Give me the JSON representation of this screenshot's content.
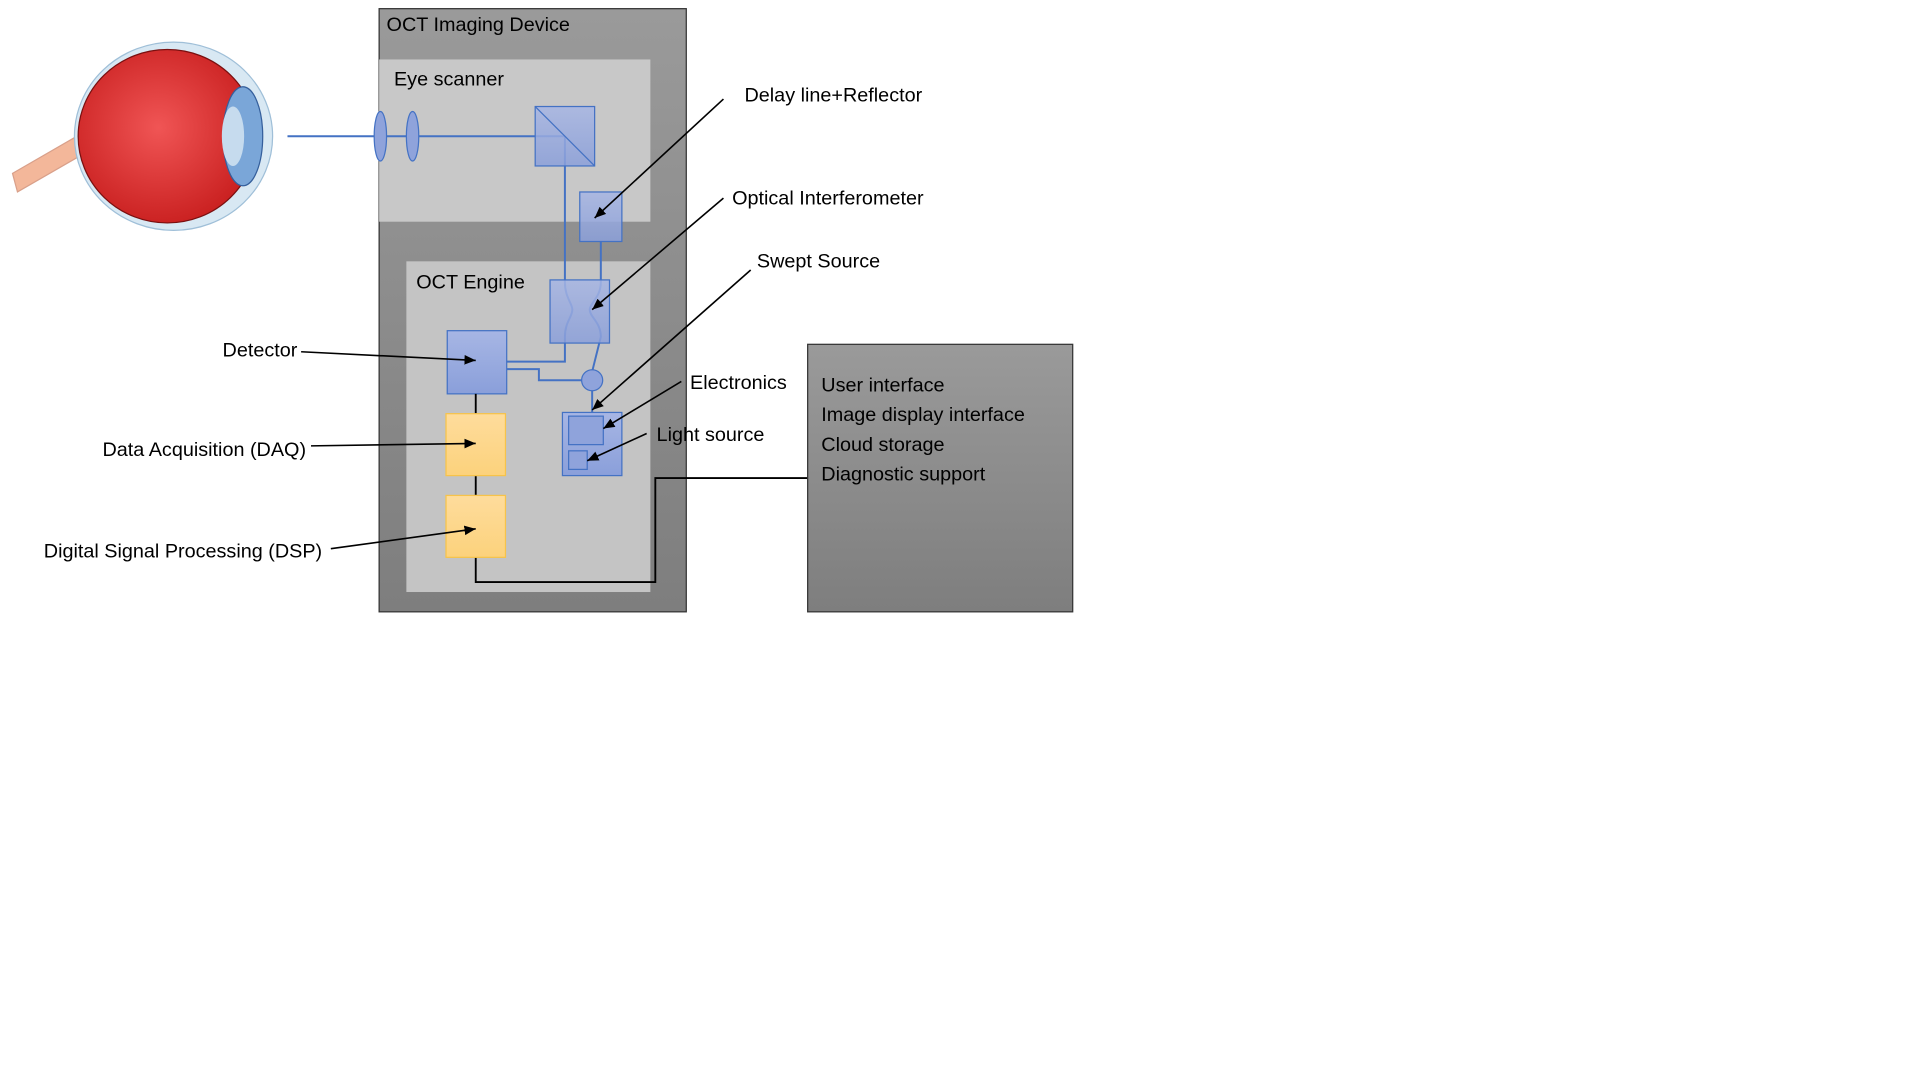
{
  "device": {
    "title": "OCT Imaging Device"
  },
  "scanner": {
    "title": "Eye scanner"
  },
  "engine": {
    "title": "OCT Engine"
  },
  "labels": {
    "delay_line": "Delay line+Reflector",
    "interferometer": "Optical Interferometer",
    "swept_source": "Swept Source",
    "electronics": "Electronics",
    "light_source": "Light source",
    "detector": "Detector",
    "daq": "Data Acquisition (DAQ)",
    "dsp": "Digital Signal Processing (DSP)"
  },
  "interface_box": {
    "items": [
      "User interface",
      "Image display interface",
      "Cloud storage",
      "Diagnostic support"
    ]
  },
  "colors": {
    "optical": "#8fa3db",
    "processing": "#fdd78a",
    "beam": "#4472c4"
  }
}
